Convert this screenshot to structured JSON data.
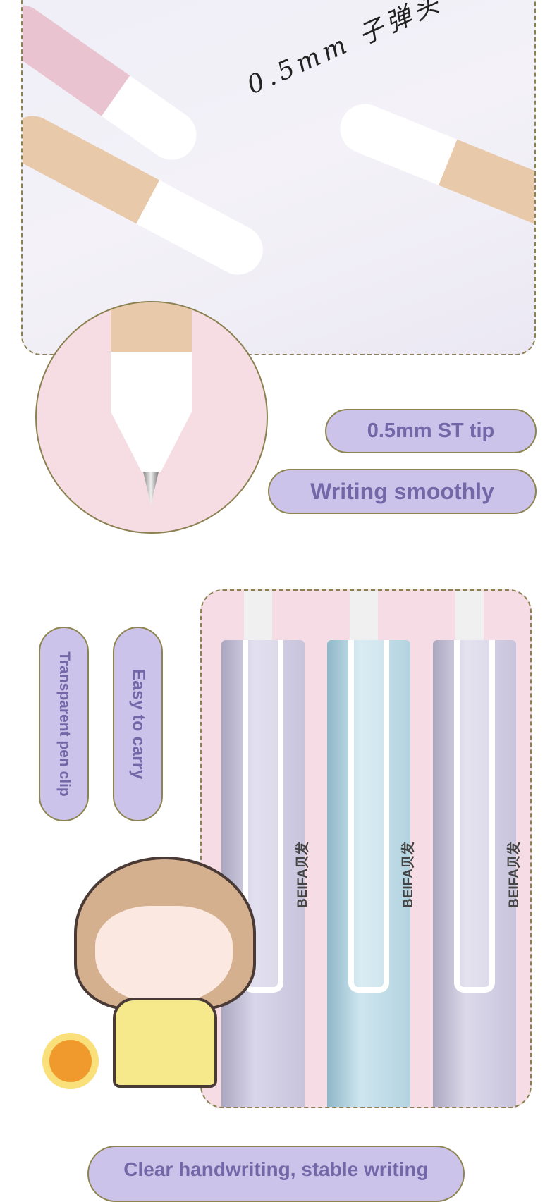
{
  "photo": {
    "handwriting": "0.5mm 子弹头"
  },
  "features": {
    "tip_label": "0.5mm ST tip",
    "smooth_label": "Writing smoothly",
    "clip_label": "Transparent pen clip",
    "carry_label": "Easy to carry",
    "bottom_label": "Clear handwriting, stable writing"
  },
  "pens": [
    {
      "brand": "BEIFA贝发",
      "color": "#cbc7de"
    },
    {
      "brand": "BEIFA贝发",
      "color": "#b7d7e3"
    },
    {
      "brand": "BEIFA贝发",
      "color": "#cdc9dc"
    }
  ],
  "colors": {
    "accent": "#cbc3e9",
    "text": "#7467a8",
    "border": "#8b8050",
    "pink": "#f5dde3"
  }
}
